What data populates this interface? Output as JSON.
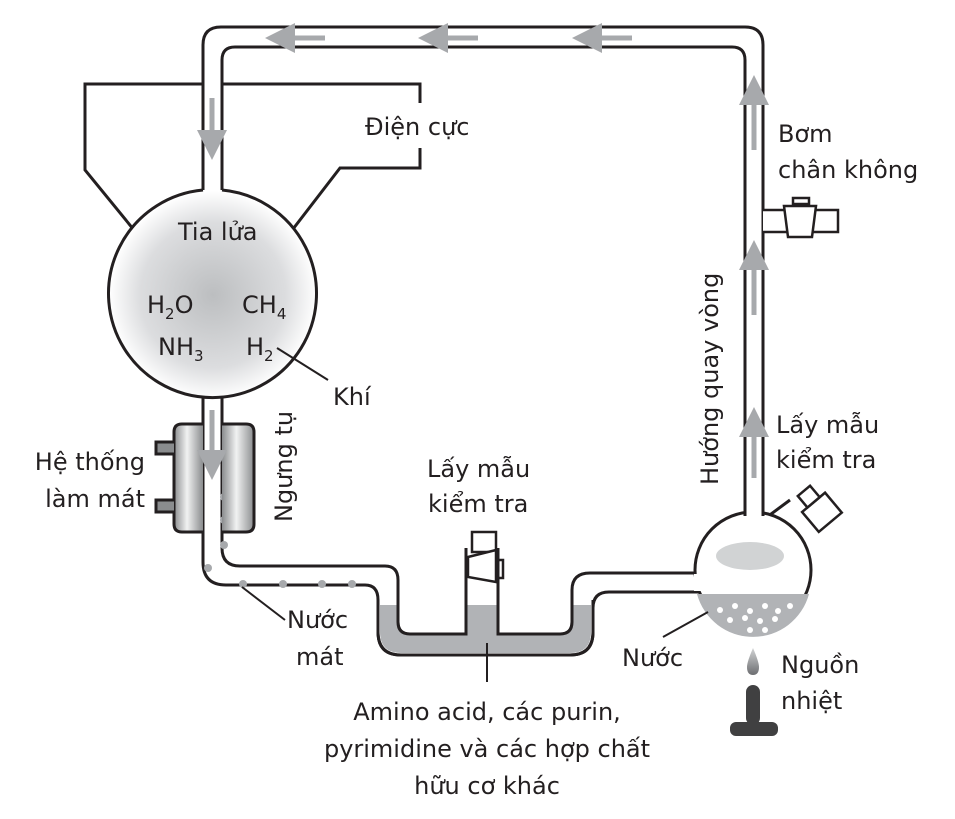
{
  "diagram": {
    "title": "Miller-Urey experiment apparatus",
    "labels": {
      "electrode": "Điện cực",
      "spark": "Tia lửa",
      "gas": "Khí",
      "vacuum_pump_line1": "Bơm",
      "vacuum_pump_line2": "chân không",
      "circulation": "Hướng quay vòng",
      "condenser": "Ngưng tụ",
      "cooling_line1": "Hệ thống",
      "cooling_line2": "làm mát",
      "cool_water_line1": "Nước",
      "cool_water_line2": "mát",
      "sample_mid_line1": "Lấy mẫu",
      "sample_mid_line2": "kiểm tra",
      "sample_right_line1": "Lấy mẫu",
      "sample_right_line2": "kiểm tra",
      "water": "Nước",
      "heat_line1": "Nguồn",
      "heat_line2": "nhiệt",
      "products_line1": "Amino acid, các purin,",
      "products_line2": "pyrimidine và các hợp chất",
      "products_line3": "hữu cơ khác"
    },
    "molecules": {
      "h2o": {
        "base": "H",
        "sub": "2",
        "rest": "O"
      },
      "ch4": {
        "base": "CH",
        "sub": "4"
      },
      "nh3": {
        "base": "NH",
        "sub": "3"
      },
      "h2": {
        "base": "H",
        "sub": "2"
      }
    },
    "colors": {
      "line": "#231f20",
      "arrow": "#a7a9ac",
      "liquid": "#b1b3b6",
      "burner": "#404041"
    }
  }
}
